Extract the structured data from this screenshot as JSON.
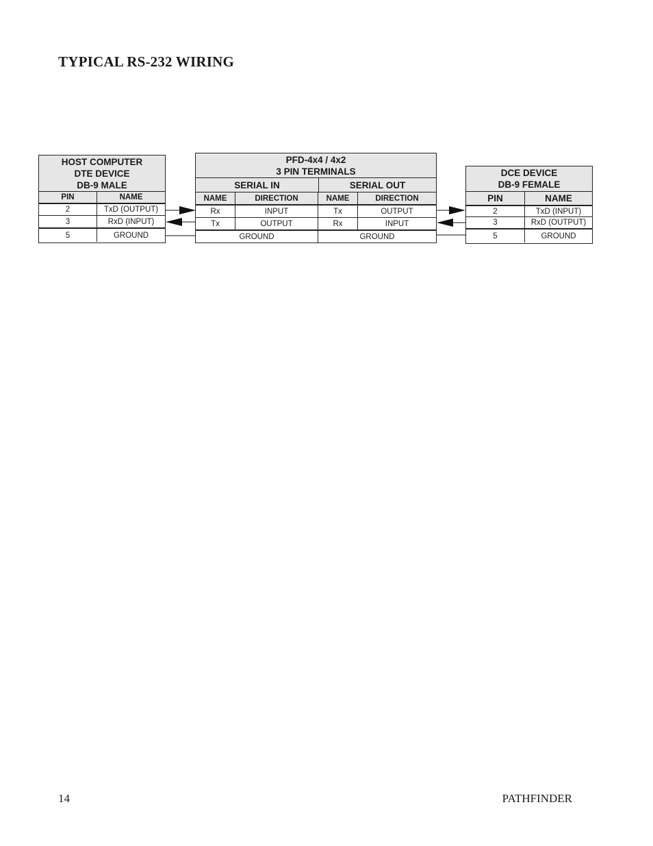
{
  "page": {
    "title": "TYPICAL RS-232 WIRING",
    "page_number": "14",
    "footer_right": "PATHFINDER"
  },
  "host": {
    "header_lines": [
      "HOST COMPUTER",
      "DTE DEVICE",
      "DB-9 MALE"
    ],
    "columns": [
      "PIN",
      "NAME"
    ],
    "rows": [
      {
        "pin": "2",
        "name": "TxD (OUTPUT)"
      },
      {
        "pin": "3",
        "name": "RxD (INPUT)"
      },
      {
        "pin": "5",
        "name": "GROUND"
      }
    ]
  },
  "pfd": {
    "header_lines": [
      "PFD-4x4 / 4x2",
      "3 PIN TERMINALS"
    ],
    "serial_in_label": "SERIAL IN",
    "serial_out_label": "SERIAL OUT",
    "columns": [
      "NAME",
      "DIRECTION",
      "NAME",
      "DIRECTION"
    ],
    "rows": [
      {
        "in_name": "Rx",
        "in_dir": "INPUT",
        "out_name": "Tx",
        "out_dir": "OUTPUT"
      },
      {
        "in_name": "Tx",
        "in_dir": "OUTPUT",
        "out_name": "Rx",
        "out_dir": "INPUT"
      }
    ],
    "ground_in": "GROUND",
    "ground_out": "GROUND"
  },
  "dce": {
    "header_lines": [
      "DCE DEVICE",
      "DB-9 FEMALE"
    ],
    "columns": [
      "PIN",
      "NAME"
    ],
    "rows": [
      {
        "pin": "2",
        "name": "TxD (INPUT)"
      },
      {
        "pin": "3",
        "name": "RxD (OUTPUT)"
      },
      {
        "pin": "5",
        "name": "GROUND"
      }
    ]
  }
}
